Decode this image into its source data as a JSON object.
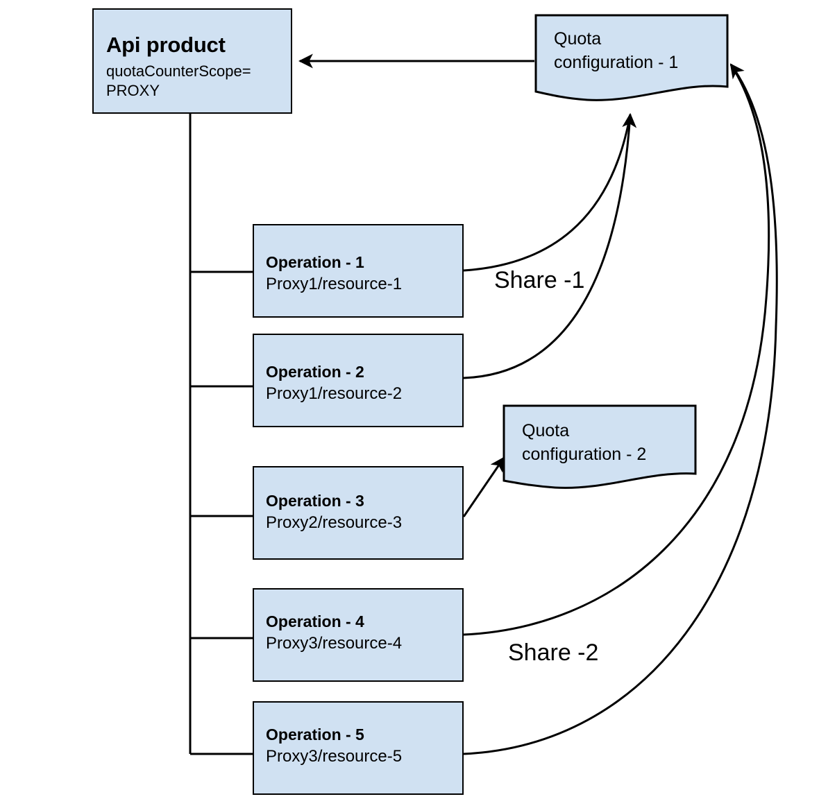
{
  "diagram": {
    "title": "Apigee API product quota sharing diagram",
    "background": "#ffffff",
    "node_fill": "#d0e1f2",
    "node_stroke": "#000000",
    "text_color": "#000000"
  },
  "api_product": {
    "title": "Api product",
    "attr_line_1": "quotaCounterScope=",
    "attr_line_2": "PROXY"
  },
  "operations": [
    {
      "title": "Operation - 1",
      "path": "Proxy1/resource-1"
    },
    {
      "title": "Operation - 2",
      "path": "Proxy1/resource-2"
    },
    {
      "title": "Operation - 3",
      "path": "Proxy2/resource-3"
    },
    {
      "title": "Operation - 4",
      "path": "Proxy3/resource-4"
    },
    {
      "title": "Operation - 5",
      "path": "Proxy3/resource-5"
    }
  ],
  "quota_configs": [
    {
      "line_1": "Quota",
      "line_2": "configuration - 1"
    },
    {
      "line_1": "Quota",
      "line_2": "configuration - 2"
    }
  ],
  "edge_labels": {
    "share_1": "Share -1",
    "share_2": "Share -2"
  }
}
